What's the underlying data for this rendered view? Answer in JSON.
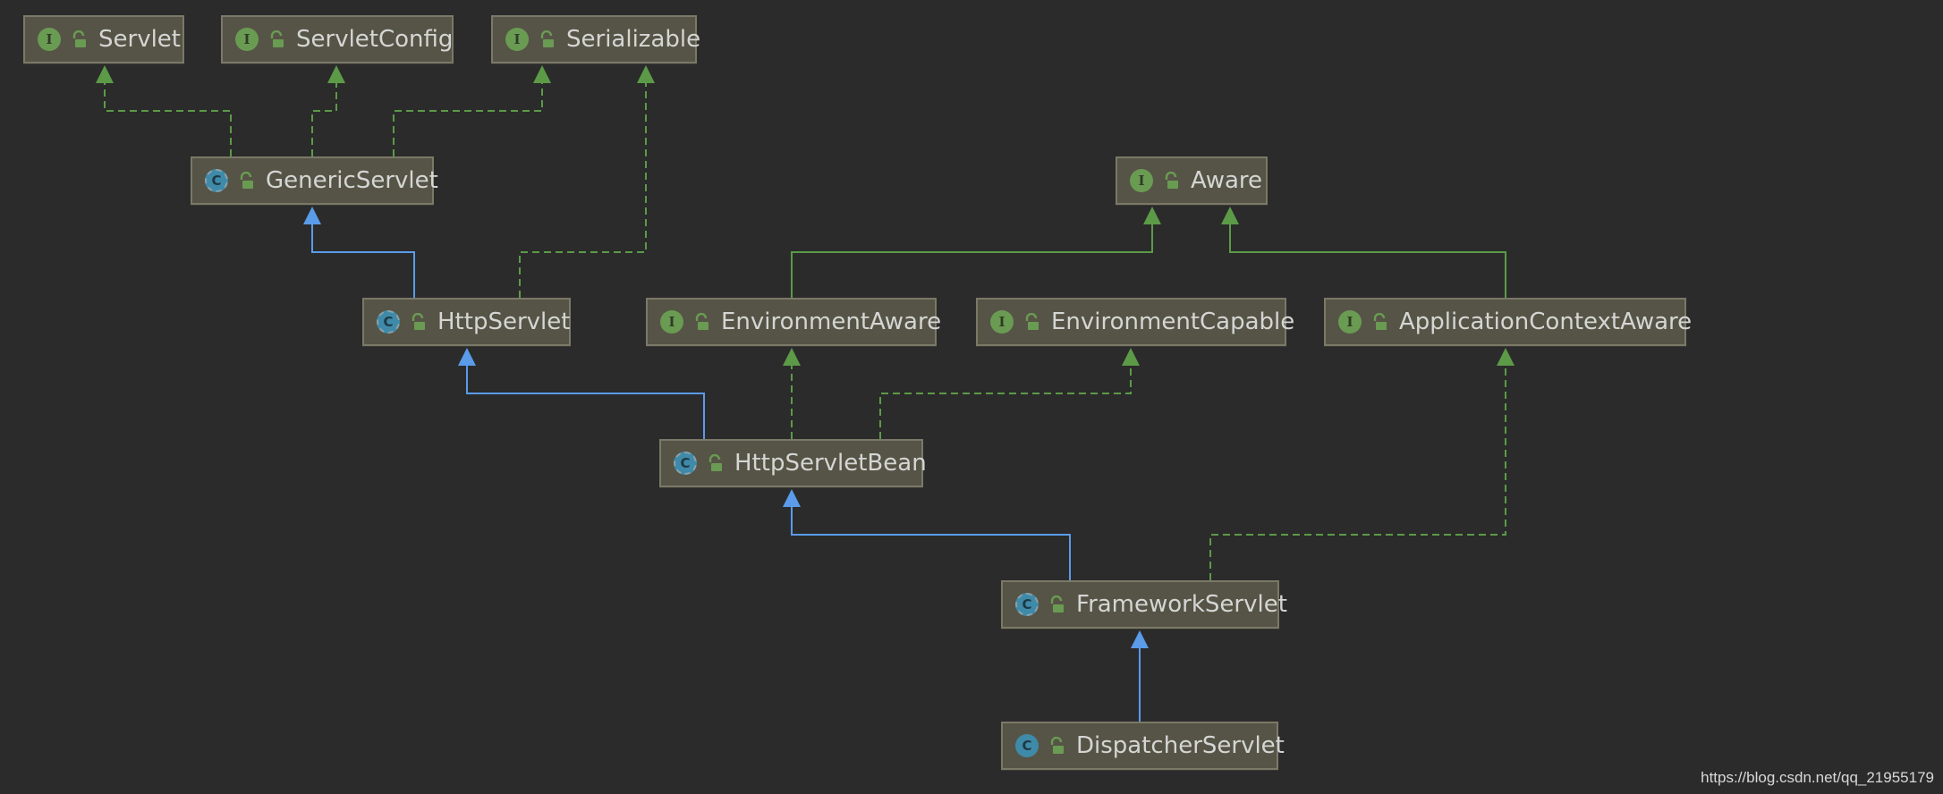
{
  "nodes": [
    {
      "id": "servlet",
      "label": "Servlet",
      "kind": "interface",
      "kind_letter": "I"
    },
    {
      "id": "servletconfig",
      "label": "ServletConfig",
      "kind": "interface",
      "kind_letter": "I"
    },
    {
      "id": "serializable",
      "label": "Serializable",
      "kind": "interface",
      "kind_letter": "I"
    },
    {
      "id": "genericservlet",
      "label": "GenericServlet",
      "kind": "abstract-class",
      "kind_letter": "C"
    },
    {
      "id": "aware",
      "label": "Aware",
      "kind": "interface",
      "kind_letter": "I"
    },
    {
      "id": "httpservlet",
      "label": "HttpServlet",
      "kind": "abstract-class",
      "kind_letter": "C"
    },
    {
      "id": "environmentaware",
      "label": "EnvironmentAware",
      "kind": "interface",
      "kind_letter": "I"
    },
    {
      "id": "environmentcapable",
      "label": "EnvironmentCapable",
      "kind": "interface",
      "kind_letter": "I"
    },
    {
      "id": "applicationcontextaware",
      "label": "ApplicationContextAware",
      "kind": "interface",
      "kind_letter": "I"
    },
    {
      "id": "httpservletbean",
      "label": "HttpServletBean",
      "kind": "abstract-class",
      "kind_letter": "C"
    },
    {
      "id": "frameworkservlet",
      "label": "FrameworkServlet",
      "kind": "abstract-class",
      "kind_letter": "C"
    },
    {
      "id": "dispatcherservlet",
      "label": "DispatcherServlet",
      "kind": "class",
      "kind_letter": "C"
    }
  ],
  "edges": [
    {
      "from": "genericservlet",
      "to": "servlet",
      "type": "implements"
    },
    {
      "from": "genericservlet",
      "to": "servletconfig",
      "type": "implements"
    },
    {
      "from": "genericservlet",
      "to": "serializable",
      "type": "implements"
    },
    {
      "from": "httpservlet",
      "to": "genericservlet",
      "type": "extends"
    },
    {
      "from": "httpservlet",
      "to": "serializable",
      "type": "implements"
    },
    {
      "from": "environmentaware",
      "to": "aware",
      "type": "interface-extends"
    },
    {
      "from": "applicationcontextaware",
      "to": "aware",
      "type": "interface-extends"
    },
    {
      "from": "httpservletbean",
      "to": "httpservlet",
      "type": "extends"
    },
    {
      "from": "httpservletbean",
      "to": "environmentaware",
      "type": "implements"
    },
    {
      "from": "httpservletbean",
      "to": "environmentcapable",
      "type": "implements"
    },
    {
      "from": "frameworkservlet",
      "to": "httpservletbean",
      "type": "extends"
    },
    {
      "from": "frameworkservlet",
      "to": "applicationcontextaware",
      "type": "implements"
    },
    {
      "from": "dispatcherservlet",
      "to": "frameworkservlet",
      "type": "extends"
    }
  ],
  "colors": {
    "background": "#2b2b2b",
    "node_fill": "#565446",
    "node_border": "#7b7967",
    "node_text": "#d4d6d4",
    "interface_icon": "#6a9b53",
    "class_icon": "#3f8aa8",
    "lock_icon": "#6a9b53",
    "extends_edge": "#5a9bea",
    "implements_edge": "#5c9a48"
  },
  "watermark": "https://blog.csdn.net/qq_21955179"
}
